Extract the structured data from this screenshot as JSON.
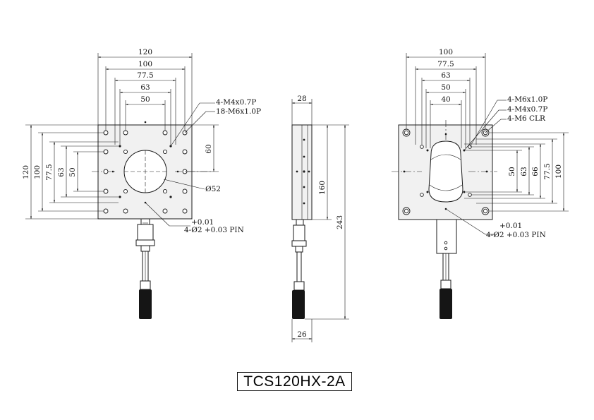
{
  "model": "TCS120HX-2A",
  "views": {
    "top": {
      "horizontal_dims": [
        "120",
        "100",
        "77.5",
        "63",
        "50"
      ],
      "vertical_dims": [
        "120",
        "100",
        "77.5",
        "63",
        "50"
      ],
      "right_dim": "60",
      "callouts": [
        "4-M4x0.7P",
        "18-M6x1.0P"
      ],
      "bore": "Ø52",
      "pin_tol": "+0.01",
      "pin": "4-Ø2 +0.03 PIN"
    },
    "side": {
      "top_dim": "28",
      "bottom_dim": "26",
      "travel_dim": "160",
      "total_dim": "243"
    },
    "bottom": {
      "horizontal_dims": [
        "100",
        "77.5",
        "63",
        "50",
        "40"
      ],
      "vertical_dims": [
        "50",
        "63",
        "66",
        "77.5",
        "100"
      ],
      "callouts": [
        "4-M6x1.0P",
        "4-M4x0.7P",
        "4-M6 CLR"
      ],
      "pin_tol": "+0.01",
      "pin": "4-Ø2 +0.03 PIN"
    }
  }
}
